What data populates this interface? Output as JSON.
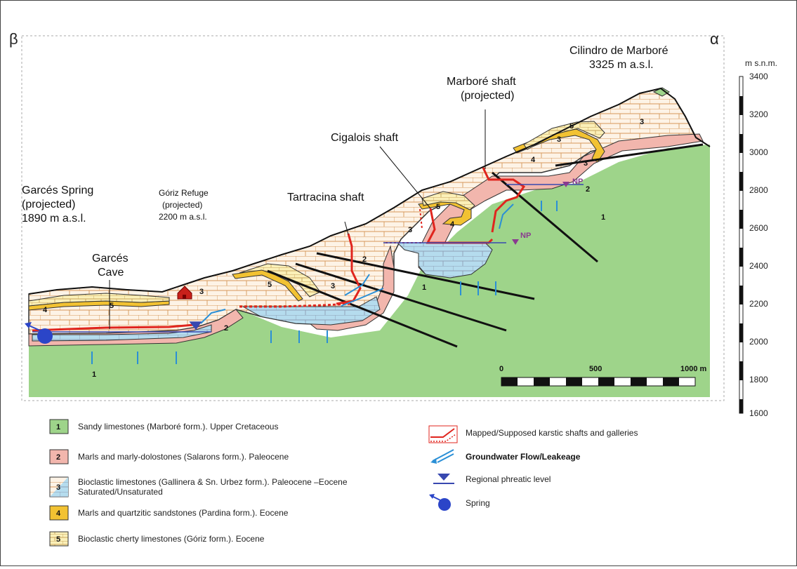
{
  "corners": {
    "left": "β",
    "right": "α"
  },
  "labels": {
    "cilindro_name": "Cilindro de Marboré",
    "cilindro_alt": "3325 m a.s.l.",
    "marbore_name": "Marboré shaft",
    "marbore_sub": "(projected)",
    "cigalois": "Cigalois shaft",
    "tartracina": "Tartracina shaft",
    "garces_spring_1": "Garcés Spring",
    "garces_spring_2": "(projected)",
    "garces_spring_3": "1890 m a.s.l.",
    "goriz_1": "Góriz Refuge",
    "goriz_2": "(projected)",
    "goriz_3": "2200 m a.s.l.",
    "cave_1": "Garcés",
    "cave_2": "Cave",
    "np": "NP"
  },
  "unit_numbers": [
    "1",
    "2",
    "3",
    "4",
    "5"
  ],
  "elevation_axis": {
    "unit": "m s.n.m.",
    "ticks": [
      "3400",
      "3200",
      "3000",
      "2800",
      "2600",
      "2400",
      "2200",
      "2000",
      "1800",
      "1600"
    ]
  },
  "scale_bar": {
    "labels": [
      "0",
      "500",
      "1000 m"
    ]
  },
  "legend_left": [
    {
      "num": "1",
      "text": "Sandy limestones (Marboré form.). Upper Cretaceous"
    },
    {
      "num": "2",
      "text": "Marls and marly-dolostones (Salarons form.). Paleocene"
    },
    {
      "num": "3",
      "text": "Bioclastic limestones (Gallinera & Sn. Urbez form.). Paleocene –Eocene",
      "text2": "Saturated/Unsaturated"
    },
    {
      "num": "4",
      "text": "Marls and quartzitic sandstones (Pardina form.). Eocene"
    },
    {
      "num": "5",
      "text": "Bioclastic cherty limestones (Góriz form.). Eocene"
    }
  ],
  "legend_right": [
    {
      "text": "Mapped/Supposed karstic shafts and galleries",
      "bold": false
    },
    {
      "text": "Groundwater Flow/Leakeage",
      "bold": true
    },
    {
      "text": "Regional phreatic level",
      "bold": false
    },
    {
      "text": "Spring",
      "bold": false
    }
  ],
  "colors": {
    "unit1": "#9ed48a",
    "unit2": "#f2b6ad",
    "unit3": "#fdf3e6",
    "unit3_saturated": "#b5dcee",
    "unit4": "#f2c232",
    "unit5": "#fbf0b8",
    "shaft": "#e0251e",
    "flow": "#2a8fd6",
    "phreatic": "#3848b0",
    "np": "#8a3a8f",
    "refuge": "#c8201a",
    "spring": "#2b45c8"
  }
}
